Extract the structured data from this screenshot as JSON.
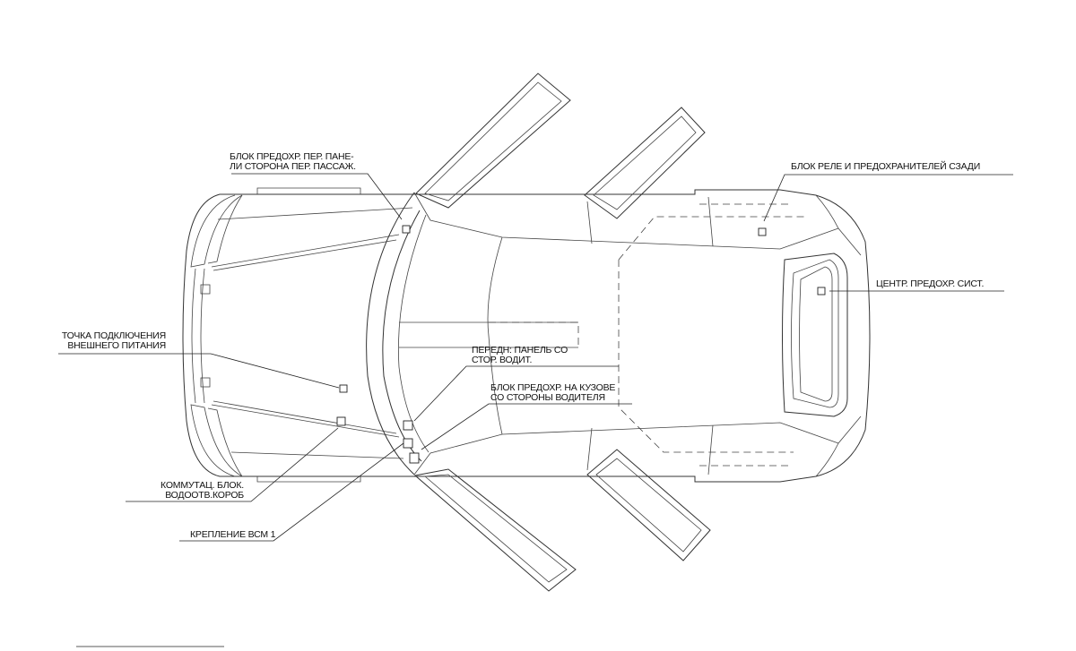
{
  "title": "Расположение блоков предохранителей",
  "labels": {
    "front_pass_fuse": [
      "БЛОК ПРЕДОХР. ПЕР. ПАНЕ-",
      "ЛИ СТОРОНА ПЕР. ПАССАЖ."
    ],
    "rear_relay_fuse": [
      "БЛОК РЕЛЕ И ПРЕДОХРАНИТЕЛЕЙ СЗАДИ"
    ],
    "central_fuse": [
      "ЦЕНТР. ПРЕДОХР. СИСТ."
    ],
    "ext_power": [
      "ТОЧКА ПОДКЛЮЧЕНИЯ",
      "ВНЕШНЕГО ПИТАНИЯ"
    ],
    "front_panel_driver": [
      "ПЕРЕДН: ПАНЕЛЬ СО",
      "СТОР. ВОДИТ."
    ],
    "body_fuse_driver": [
      "БЛОК ПРЕДОХР. НА КУЗОВЕ",
      "СО СТОРОНЫ ВОДИТЕЛЯ"
    ],
    "junction_box": [
      "КОММУТАЦ. БЛОК.",
      "ВОДООТВ.КОРОБ"
    ],
    "bcm_mount": [
      "КРЕПЛЕНИЕ ВСМ 1"
    ]
  }
}
